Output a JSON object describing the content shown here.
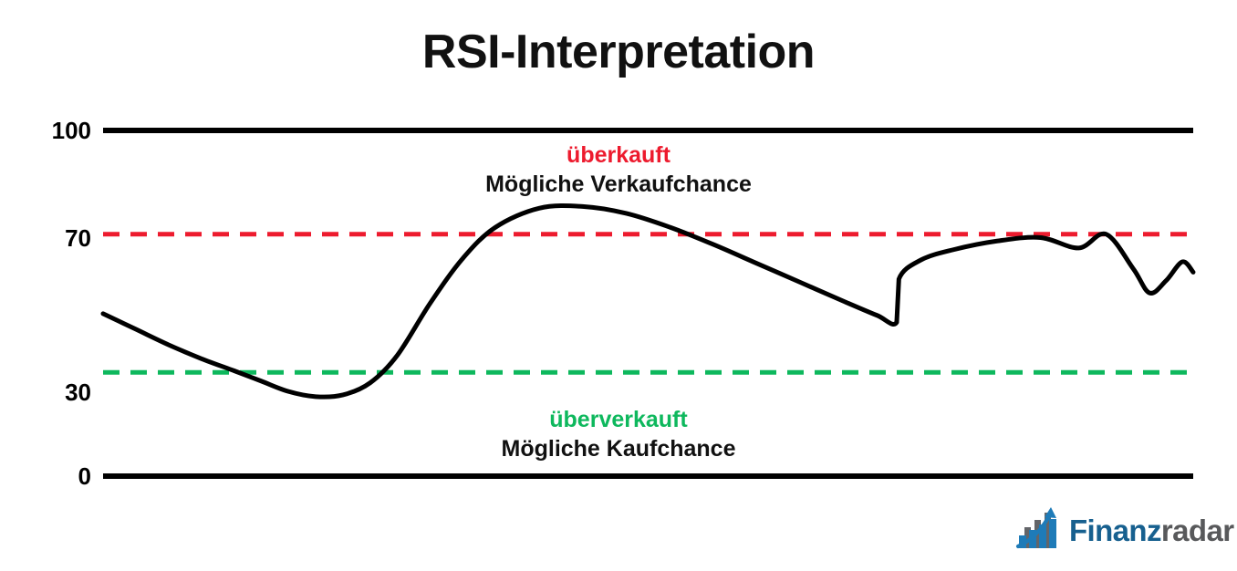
{
  "title": "RSI-Interpretation",
  "colors": {
    "overbought": "#ED1B2E",
    "oversold": "#0EB85D",
    "line": "#000000",
    "axis": "#000000",
    "background": "#FFFFFF",
    "logo_primary": "#17608F",
    "logo_secondary": "#58595B"
  },
  "axis": {
    "ticks": [
      {
        "label": "100"
      },
      {
        "label": "70"
      },
      {
        "label": "30"
      },
      {
        "label": "0"
      }
    ]
  },
  "annotations": {
    "overbought": {
      "headline": "überkauft",
      "subtitle": "Mögliche Verkaufchance"
    },
    "oversold": {
      "headline": "überverkauft",
      "subtitle": "Mögliche Kaufchance"
    }
  },
  "logo": {
    "icon": "bar-chart-arrow-icon",
    "text_primary": "Finanz",
    "text_secondary": "radar"
  },
  "chart_data": {
    "type": "line",
    "title": "RSI-Interpretation",
    "xlabel": "",
    "ylabel": "",
    "ylim": [
      0,
      100
    ],
    "xlim": [
      0,
      100
    ],
    "grid": false,
    "legend": "none",
    "yticks": [
      0,
      30,
      70,
      100
    ],
    "ytick_labels": [
      "0",
      "30",
      "70",
      "100"
    ],
    "reference_lines": [
      {
        "value": 100,
        "label": "100",
        "style": "solid",
        "color": "#000000",
        "width": 6
      },
      {
        "value": 70,
        "label": "70",
        "style": "dashed",
        "color": "#ED1B2E",
        "width": 5
      },
      {
        "value": 30,
        "label": "30",
        "style": "dashed",
        "color": "#0EB85D",
        "width": 5
      },
      {
        "value": 0,
        "label": "0",
        "style": "solid",
        "color": "#000000",
        "width": 6
      }
    ],
    "annotations": [
      {
        "text": "überkauft",
        "y": 92,
        "color": "#ED1B2E"
      },
      {
        "text": "Mögliche Verkaufchance",
        "y": 85,
        "color": "#111111"
      },
      {
        "text": "überverkauft",
        "y": 16,
        "color": "#0EB85D"
      },
      {
        "text": "Mögliche Kaufchance",
        "y": 9,
        "color": "#111111"
      }
    ],
    "series": [
      {
        "name": "RSI",
        "color": "#000000",
        "x": [
          0.0,
          3.0,
          6.0,
          9.0,
          12.0,
          14.5,
          17.0,
          19.5,
          22.0,
          24.5,
          27.0,
          30.0,
          33.0,
          36.0,
          40.0,
          44.0,
          48.0,
          52.0,
          56.0,
          60.0,
          64.0,
          68.0,
          71.0,
          72.8,
          73.0,
          75.0,
          78.0,
          82.0,
          86.0,
          89.5,
          92.0,
          94.5,
          96.0,
          97.5,
          99.0,
          100.0
        ],
        "y": [
          47.0,
          42.5,
          38.0,
          34.0,
          30.5,
          27.5,
          24.5,
          23.0,
          23.5,
          27.0,
          35.0,
          50.0,
          63.0,
          72.0,
          77.5,
          78.0,
          76.0,
          72.0,
          67.0,
          61.5,
          56.0,
          50.5,
          46.5,
          44.5,
          57.0,
          62.5,
          65.5,
          68.0,
          69.0,
          66.0,
          70.0,
          60.0,
          53.0,
          56.5,
          62.0,
          59.0
        ]
      }
    ]
  }
}
